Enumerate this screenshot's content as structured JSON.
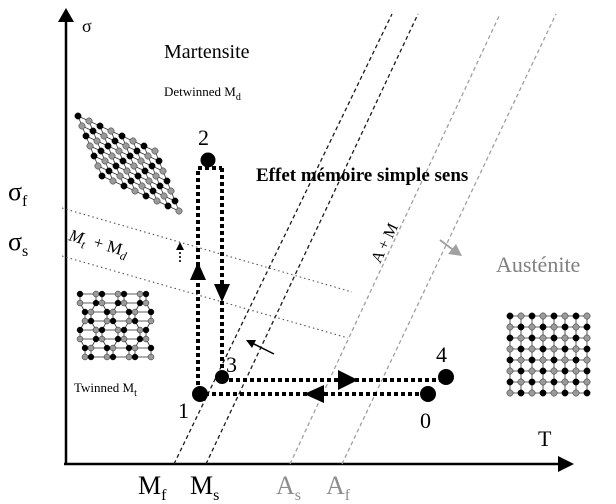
{
  "title": "Effet mémoire simple sens",
  "axes": {
    "y_label": "σ",
    "x_label": "T",
    "y_ticks": [
      {
        "main": "σ",
        "sub": "f"
      },
      {
        "main": "σ",
        "sub": "s"
      }
    ],
    "x_ticks": [
      {
        "main": "M",
        "sub": "f",
        "color": "#000000"
      },
      {
        "main": "M",
        "sub": "s",
        "color": "#000000"
      },
      {
        "main": "A",
        "sub": "s",
        "color": "#8c8c8c"
      },
      {
        "main": "A",
        "sub": "f",
        "color": "#8c8c8c"
      }
    ]
  },
  "regions": {
    "martensite": "Martensite",
    "detwinned": {
      "main": "Detwinned M",
      "sub": "d"
    },
    "twinned": {
      "main": "Twinned M",
      "sub": "t"
    },
    "austenite": "Austénite",
    "transition_band": {
      "a": "M",
      "a_sub": "t",
      "plus": "+ M",
      "b_sub": "d"
    },
    "a_plus_m": "A  + M"
  },
  "points": [
    "0",
    "1",
    "2",
    "3",
    "4"
  ],
  "colors": {
    "ink": "#000000",
    "grey_lines": "#a0a0a0",
    "dark_dashed": "#1a1a1a",
    "lattice_grey": "#9a9a9a",
    "austenite_text": "#808080"
  }
}
